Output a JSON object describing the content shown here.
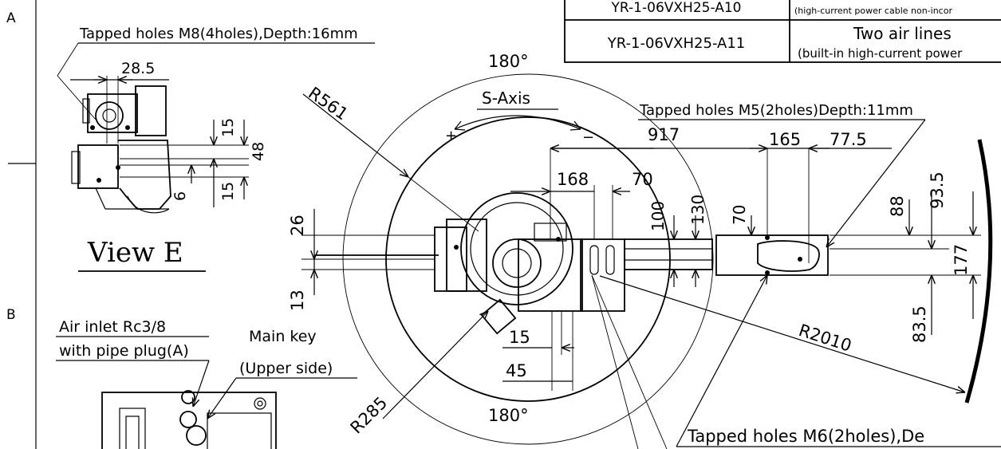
{
  "frame": {
    "zone_a": "A",
    "zone_b": "B"
  },
  "table": {
    "rows": [
      {
        "model": "YR-1-06VXH25-A10",
        "note_line1": "",
        "note_line2": "(high-current power cable non-incor"
      },
      {
        "model": "YR-1-06VXH25-A11",
        "note_line1": "Two air lines",
        "note_line2": "(built-in high-current power"
      }
    ]
  },
  "view_e": {
    "tapped_note": "Tapped holes M8(4holes),Depth:16mm",
    "dim_28_5": "28.5",
    "dim_15a": "15",
    "dim_48": "48",
    "dim_6": "6",
    "dim_15b": "15",
    "title": "View E"
  },
  "top_view": {
    "angle_top": "180°",
    "angle_bottom": "180°",
    "s_axis": "S-Axis",
    "plus": "+",
    "minus": "−",
    "r561": "R561",
    "r285": "R285",
    "r2010": "R2010",
    "dim_26": "26",
    "dim_13": "13",
    "dim_917": "917",
    "dim_165": "165",
    "dim_77_5": "77.5",
    "dim_168": "168",
    "dim_70a": "70",
    "dim_100": "100",
    "dim_130": "130",
    "dim_70b": "70",
    "dim_88": "88",
    "dim_93_5": "93.5",
    "dim_177": "177",
    "dim_83_5": "83.5",
    "dim_15": "15",
    "dim_45": "45",
    "note_m5": "Tapped holes M5(2holes)Depth:11mm",
    "note_m6": "Tapped holes M6(2holes),De"
  },
  "base": {
    "air_inlet_line1": "Air inlet Rc3/8",
    "air_inlet_line2": "with pipe plug(A)",
    "main_key_line1": "Main key",
    "main_key_line2": "(Upper side)"
  }
}
